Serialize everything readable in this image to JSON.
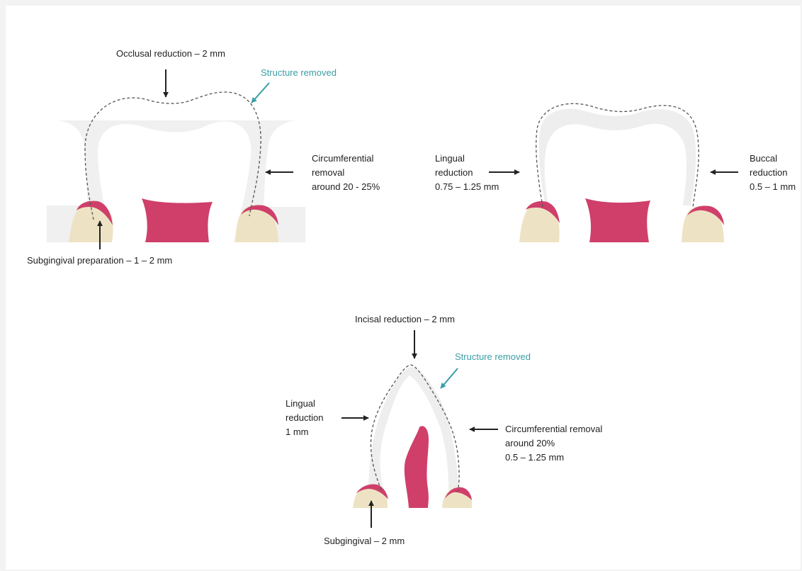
{
  "colors": {
    "gum": "#cf3f6a",
    "bone": "#ede3c4",
    "enamel": "#ffffff",
    "prep_shadow": "#ececec",
    "dashed_outline": "#555555",
    "arrow": "#222222",
    "accent_teal": "#3a9ea5",
    "text": "#1f1f1f"
  },
  "panels": {
    "molar_crown": {
      "labels": {
        "occlusal": "Occlusal reduction – 2 mm",
        "structure_removed": "Structure removed",
        "circumferential": [
          "Circumferential",
          "removal",
          "around 20 - 25%"
        ],
        "subgingival": "Subgingival preparation – 1 – 2 mm"
      }
    },
    "molar_side": {
      "labels": {
        "lingual": [
          "Lingual",
          "reduction",
          "0.75 – 1.25 mm"
        ],
        "buccal": [
          "Buccal",
          "reduction",
          "0.5 – 1 mm"
        ]
      }
    },
    "incisor": {
      "labels": {
        "incisal": "Incisal reduction – 2 mm",
        "structure_removed": "Structure removed",
        "lingual": [
          "Lingual",
          "reduction",
          "1 mm"
        ],
        "circumferential": [
          "Circumferential removal",
          "around 20%",
          "0.5 – 1.25 mm"
        ],
        "subgingival": "Subgingival – 2 mm"
      }
    }
  }
}
